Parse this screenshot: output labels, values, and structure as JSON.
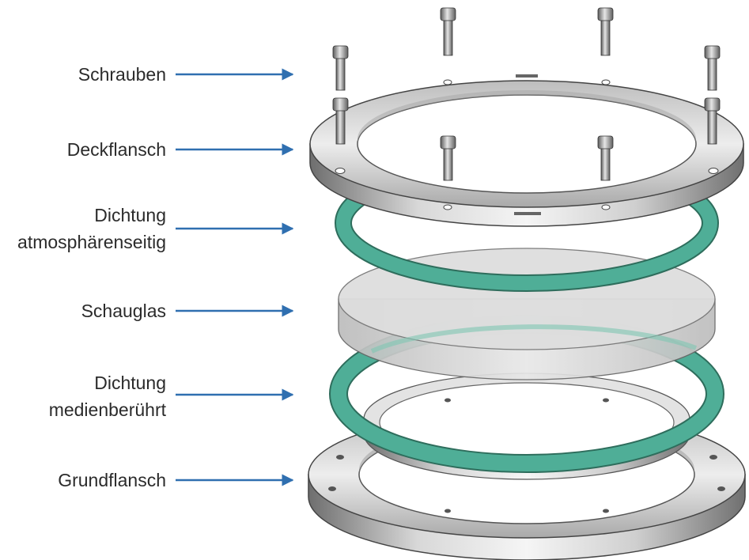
{
  "colors": {
    "arrow": "#2f6fb0",
    "metal_light": "#f2f2f2",
    "metal_dark": "#7a7a7a",
    "gasket": "#4fae97",
    "glass": "#d9d9d9"
  },
  "labels": {
    "schrauben": "Schrauben",
    "deckflansch": "Deckflansch",
    "dichtung_atm_1": "Dichtung",
    "dichtung_atm_2": "atmosphärenseitig",
    "schauglas": "Schauglas",
    "dichtung_med_1": "Dichtung",
    "dichtung_med_2": "medienberührt",
    "grundflansch": "Grundflansch"
  }
}
